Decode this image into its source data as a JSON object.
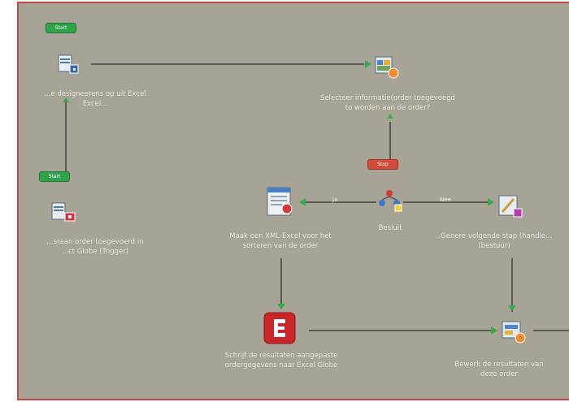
{
  "nodes": {
    "trigger_top": {
      "label": "...e designeerens op uit Excel\nExcel...",
      "badge": "Start"
    },
    "trigger_bottom": {
      "label": "...sraan order toegevoerd in\n...ct Globe (Trigger)",
      "badge": "Start"
    },
    "select_data": {
      "label": "Selecteer informatie(order toegevoegd\nto worden aan de order?"
    },
    "decision": {
      "label": "Besluit",
      "badge": "Stop"
    },
    "make_xml": {
      "label": "Maak een XML-Excel voor het\nsorteren van de order"
    },
    "next_step": {
      "label": "..Genere volgende stap (handle...\n(bestuur)"
    },
    "excel_write": {
      "label": "Schrijf de resultaten aangepaste\nordergegevens naar Excel Globe"
    },
    "process_results": {
      "label": "Bewerk de resultaten van\ndeze order"
    }
  },
  "edges": {
    "left_label": "Ja",
    "right_label": "Nee"
  },
  "colors": {
    "canvas": "#a8a397",
    "frame": "#c8473e",
    "connector": "#5a5a55",
    "arrow_head": "#3aa84c"
  }
}
